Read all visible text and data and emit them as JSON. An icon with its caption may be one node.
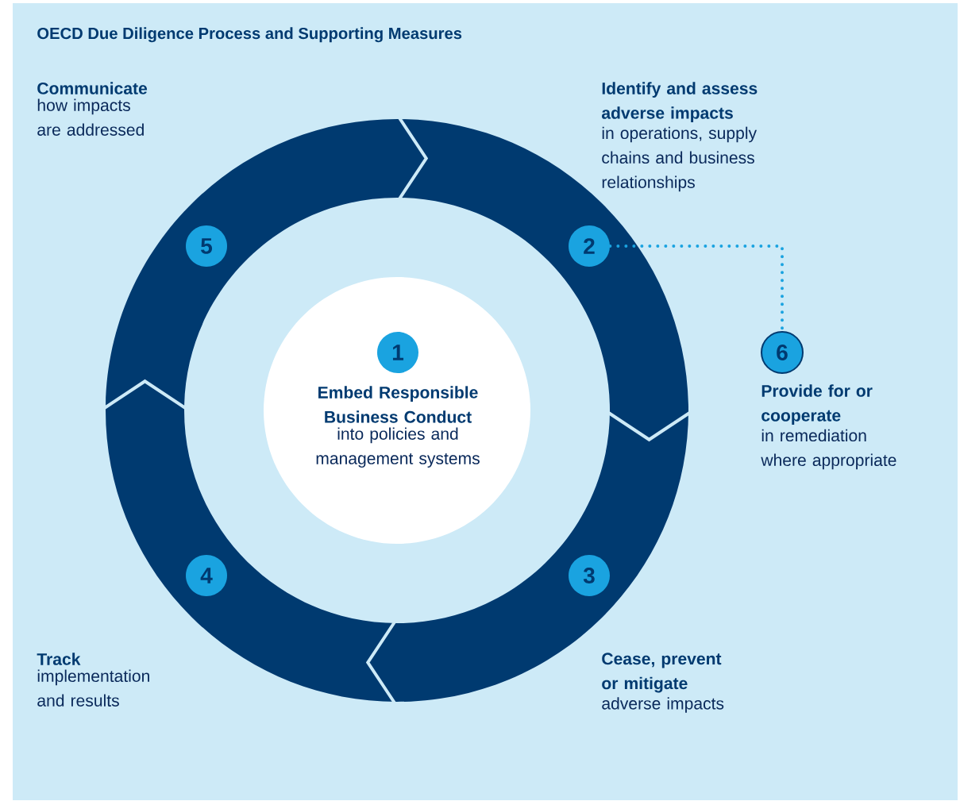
{
  "diagram": {
    "title": "OECD Due Diligence Process and Supporting Measures",
    "nodes": [
      {
        "text": [
          "Embed Responsible Business Conduct",
          "into policies and management systems"
        ]
      },
      {
        "text": [
          "1"
        ],
        "in": 0
      },
      {
        "text": [
          "2"
        ],
        "beside": [
          "Identify and assess adverse impacts",
          "in operations, supply chains and business relationships"
        ]
      },
      {
        "text": [
          "3"
        ],
        "beside": [
          "Cease, prevent or mitigate",
          "adverse impacts"
        ]
      },
      {
        "text": [
          "4"
        ],
        "beside": [
          "Track",
          "implementation and results"
        ]
      },
      {
        "text": [
          "5"
        ],
        "beside": [
          "Communicate",
          "how impacts are addressed"
        ]
      },
      {
        "text": [
          "6"
        ],
        "beside": [
          "Provide for or cooperate",
          "in remediation where appropriate"
        ]
      }
    ],
    "edges": [
      {
        "from": 2,
        "to": 6,
        "arrow": "none",
        "style": "dashed"
      }
    ]
  }
}
